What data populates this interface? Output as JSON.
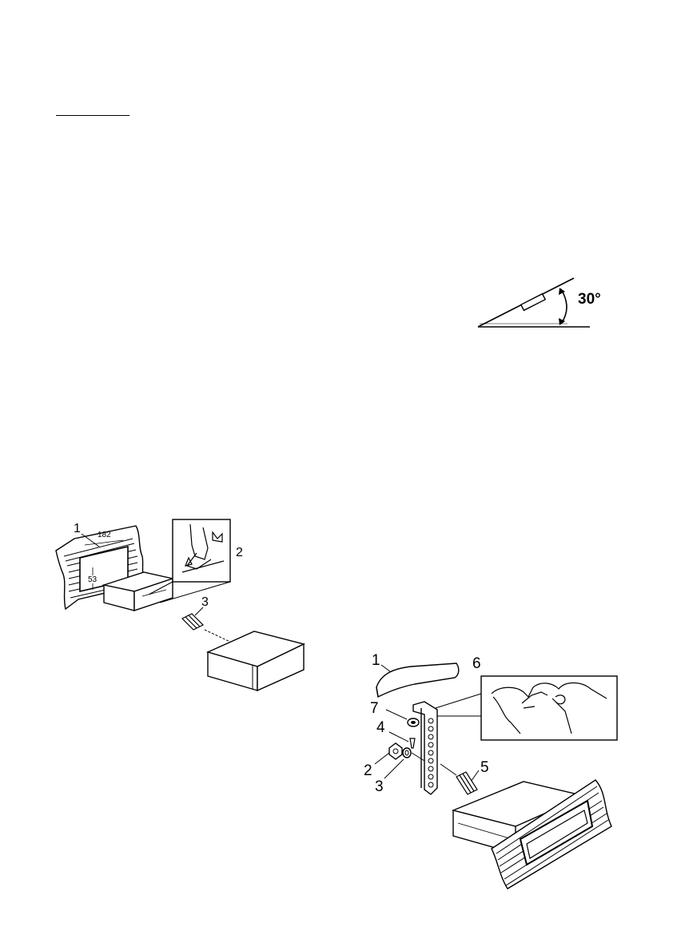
{
  "angle_figure": {
    "angle_label": "30°"
  },
  "din_figure": {
    "callouts": [
      "1",
      "2",
      "3"
    ],
    "width_dim": "182",
    "height_dim": "53"
  },
  "bracket_figure": {
    "callouts": [
      "1",
      "6",
      "7",
      "4",
      "2",
      "3",
      "5"
    ]
  }
}
